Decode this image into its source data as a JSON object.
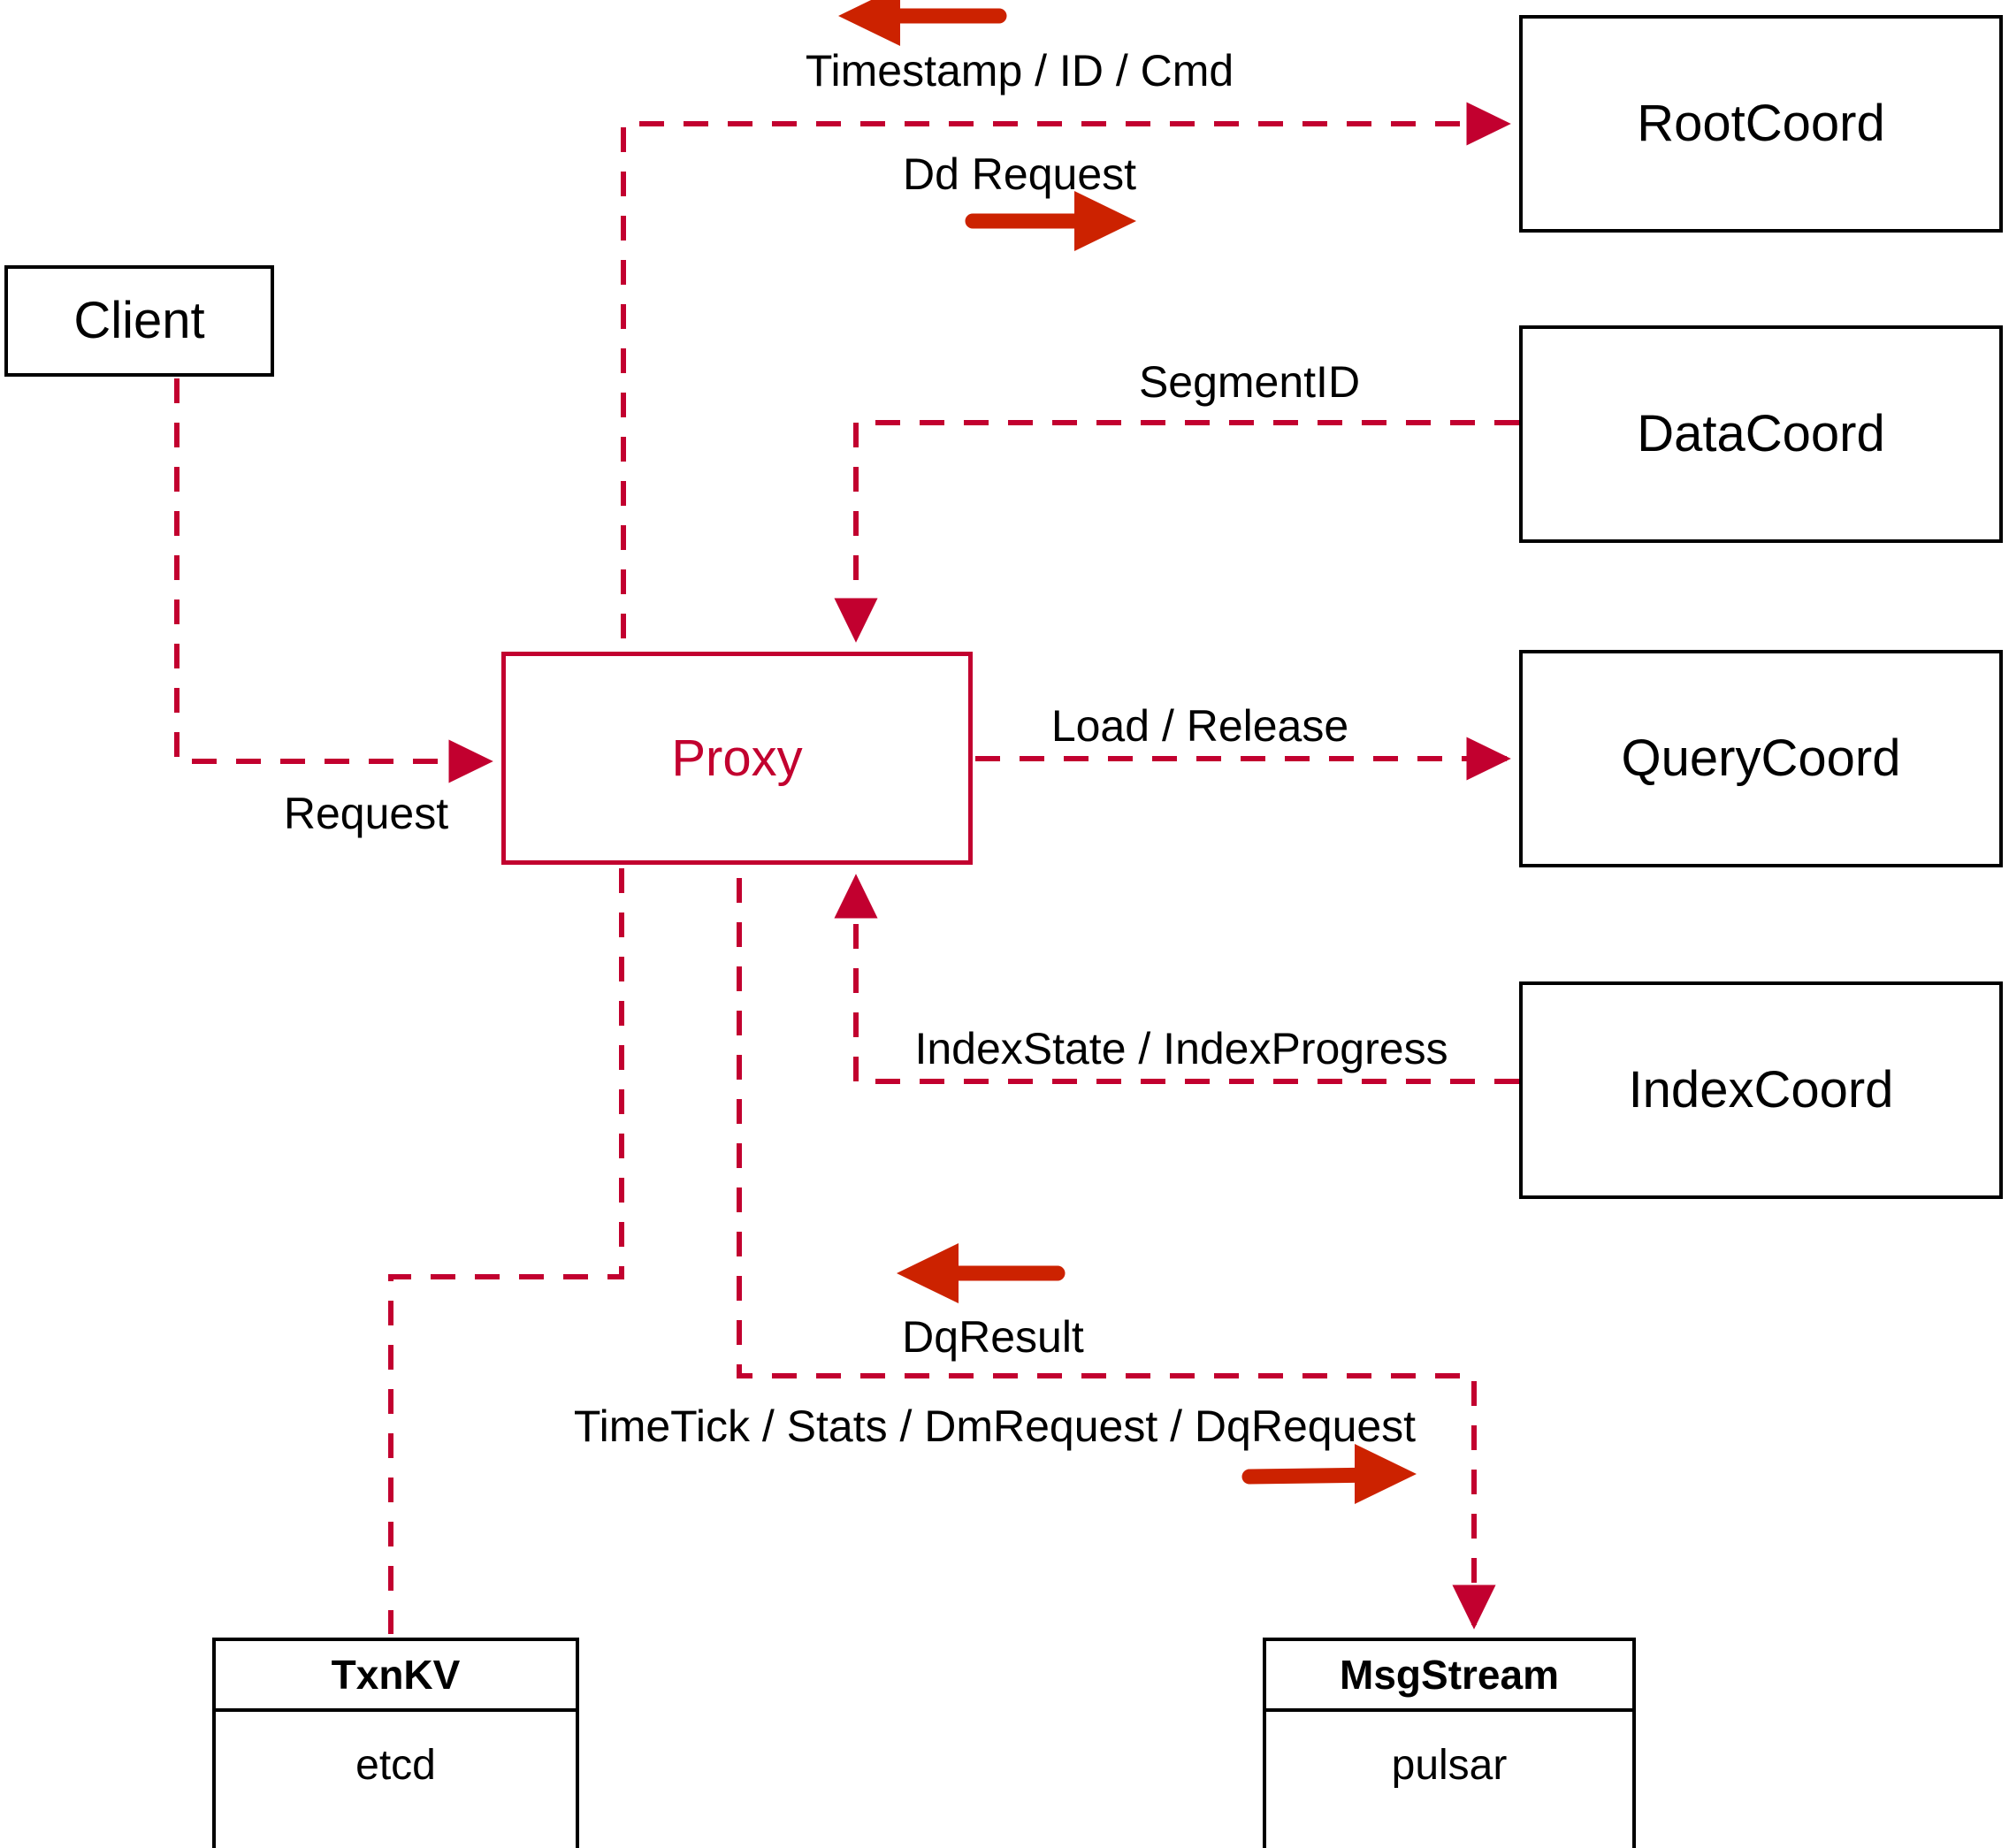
{
  "diagram": {
    "title": "Milvus Proxy interaction diagram",
    "colors": {
      "flow_line": "#C2002F",
      "bold_arrow": "#CC2200",
      "node_border": "#000000",
      "proxy_border": "#C2002F",
      "proxy_text": "#C2002F",
      "label_text": "#000000",
      "background": "#FFFFFF"
    },
    "nodes": {
      "client": {
        "label": "Client"
      },
      "proxy": {
        "label": "Proxy"
      },
      "root_coord": {
        "label": "RootCoord"
      },
      "data_coord": {
        "label": "DataCoord"
      },
      "query_coord": {
        "label": "QueryCoord"
      },
      "index_coord": {
        "label": "IndexCoord"
      },
      "txnkv": {
        "header": "TxnKV",
        "body": "etcd"
      },
      "msgstream": {
        "header": "MsgStream",
        "body": "pulsar"
      }
    },
    "edge_labels": {
      "timestamp_id_cmd": "Timestamp / ID / Cmd",
      "dd_request": "Dd Request",
      "segment_id": "SegmentID",
      "request": "Request",
      "load_release": "Load / Release",
      "index_state_progress": "IndexState / IndexProgress",
      "dq_result": "DqResult",
      "timetick_stats": "TimeTick / Stats / DmRequest / DqRequest"
    },
    "direction_arrows": [
      {
        "name": "timestamp-direction-arrow",
        "direction": "left",
        "for": "Timestamp / ID / Cmd"
      },
      {
        "name": "dd-request-direction-arrow",
        "direction": "right",
        "for": "Dd Request"
      },
      {
        "name": "dqresult-direction-arrow",
        "direction": "left",
        "for": "DqResult"
      },
      {
        "name": "timetick-direction-arrow",
        "direction": "right",
        "for": "TimeTick / Stats / DmRequest / DqRequest"
      }
    ]
  }
}
